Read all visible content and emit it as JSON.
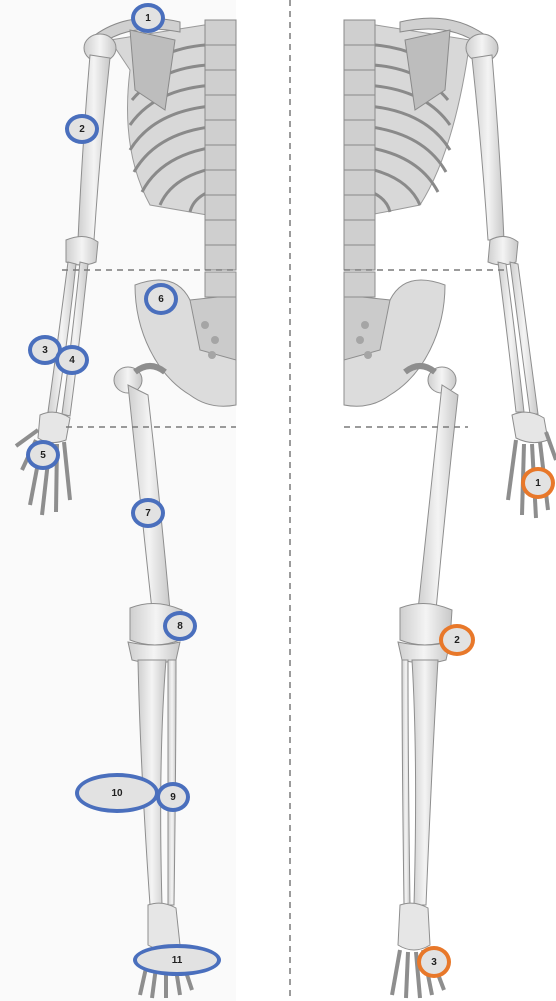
{
  "colors": {
    "blue_marker": "#4a6fbd",
    "orange_marker": "#e8782a",
    "marker_fill": "#e2e2e2",
    "bone": "#dcdcdc",
    "bone_outline": "#8e8e8e",
    "divider": "#7a7a7a"
  },
  "markers": {
    "blue_1": "1",
    "blue_2": "2",
    "blue_3": "3",
    "blue_4": "4",
    "blue_5": "5",
    "blue_6": "6",
    "blue_7": "7",
    "blue_8": "8",
    "blue_9": "9",
    "blue_10": "10",
    "blue_11": "11",
    "orange_1": "1",
    "orange_2": "2",
    "orange_3": "3"
  }
}
